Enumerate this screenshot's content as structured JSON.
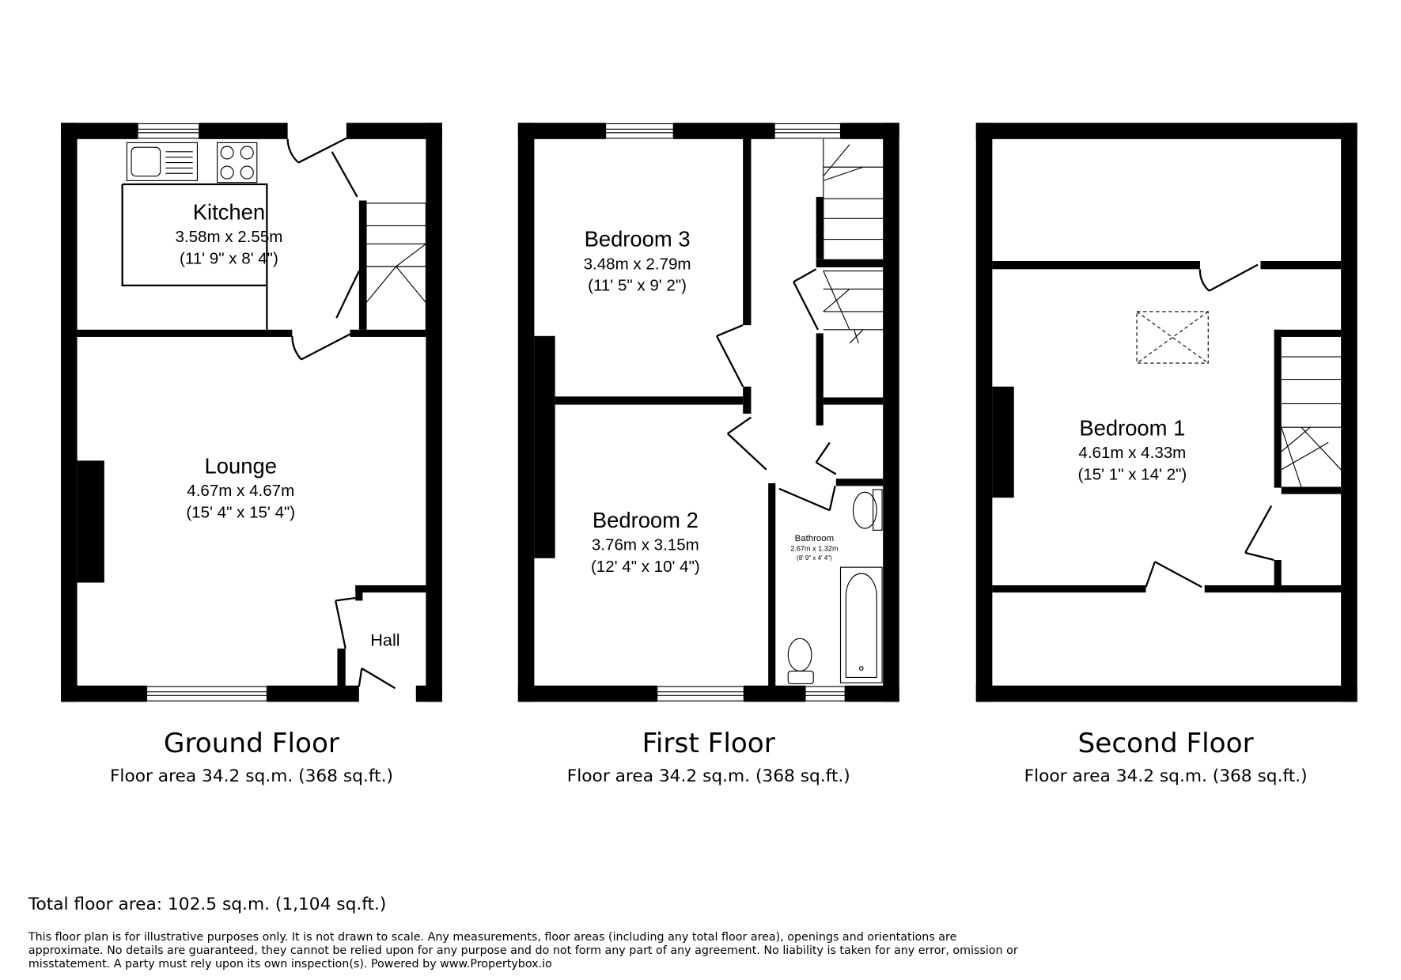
{
  "floors": [
    {
      "title": "Ground Floor",
      "area": "Floor area 34.2 sq.m. (368 sq.ft.)",
      "rooms": [
        {
          "name": "Kitchen",
          "metric": "3.58m x 2.55m",
          "imperial": "(11' 9\" x 8' 4\")"
        },
        {
          "name": "Lounge",
          "metric": "4.67m x 4.67m",
          "imperial": "(15' 4\" x 15' 4\")"
        },
        {
          "name": "Hall"
        }
      ]
    },
    {
      "title": "First Floor",
      "area": "Floor area 34.2 sq.m. (368 sq.ft.)",
      "rooms": [
        {
          "name": "Bedroom 3",
          "metric": "3.48m x 2.79m",
          "imperial": "(11' 5\" x 9' 2\")"
        },
        {
          "name": "Bedroom 2",
          "metric": "3.76m x 3.15m",
          "imperial": "(12' 4\" x 10' 4\")"
        },
        {
          "name": "Bathroom",
          "metric": "2.67m x 1.32m",
          "imperial": "(8' 9\" x 4' 4\")"
        }
      ]
    },
    {
      "title": "Second Floor",
      "area": "Floor area 34.2 sq.m. (368 sq.ft.)",
      "rooms": [
        {
          "name": "Bedroom 1",
          "metric": "4.61m x 4.33m",
          "imperial": "(15' 1\" x 14' 2\")"
        }
      ]
    }
  ],
  "total": "Total floor area: 102.5 sq.m. (1,104 sq.ft.)",
  "disclaimer": [
    "This floor plan is for illustrative purposes only. It is not drawn to scale. Any measurements, floor areas (including any total floor area), openings and orientations are",
    "approximate. No details are guaranteed, they cannot be relied upon for any purpose and do not form any part of any agreement. No liability is taken for any error, omission or",
    "misstatement. A party must rely upon its own inspection(s). Powered by www.Propertybox.io"
  ]
}
